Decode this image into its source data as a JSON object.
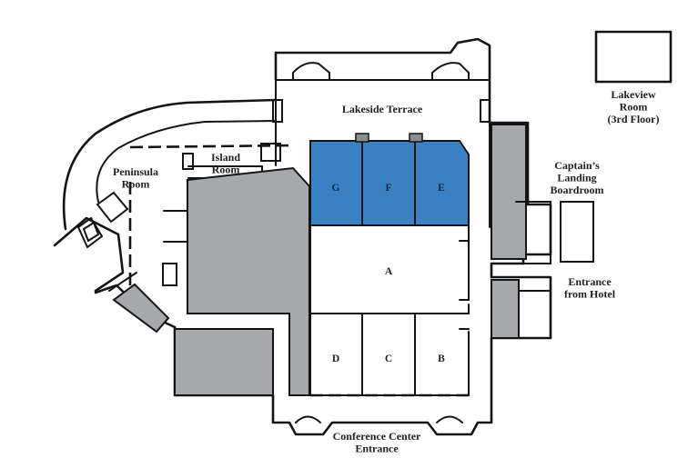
{
  "colors": {
    "selected_room": "#3a81c3",
    "service_core": "#a7a8ab",
    "walls": "#141414",
    "background": "#ffffff"
  },
  "labels": {
    "lakeview_room": [
      "Lakeview",
      "Room",
      "(3rd Floor)"
    ],
    "lakeside_terrace": "Lakeside Terrace",
    "island_room": [
      "Island",
      "Room"
    ],
    "peninsula_room": [
      "Peninsula",
      "Room"
    ],
    "captains_landing": [
      "Captain’s",
      "Landing",
      "Boardroom"
    ],
    "entrance_from_hotel": [
      "Entrance",
      "from Hotel"
    ],
    "conference_center_entrance": [
      "Conference Center",
      "Entrance"
    ]
  },
  "rooms": [
    {
      "id": "G",
      "label": "G",
      "selected": true
    },
    {
      "id": "F",
      "label": "F",
      "selected": true
    },
    {
      "id": "E",
      "label": "E",
      "selected": true
    },
    {
      "id": "A",
      "label": "A",
      "selected": false
    },
    {
      "id": "D",
      "label": "D",
      "selected": false
    },
    {
      "id": "C",
      "label": "C",
      "selected": false
    },
    {
      "id": "B",
      "label": "B",
      "selected": false
    }
  ]
}
